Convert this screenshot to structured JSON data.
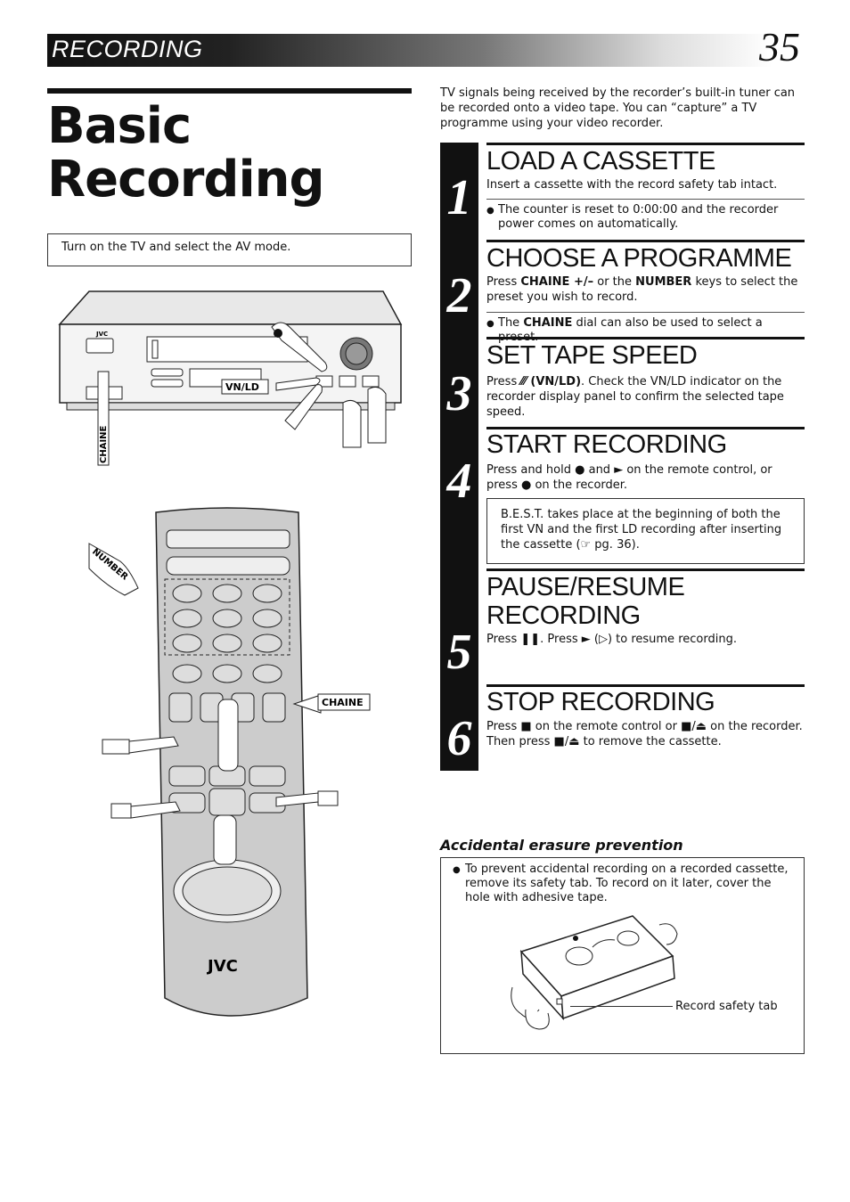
{
  "header": {
    "section": "RECORDING",
    "page_number": "35"
  },
  "title": {
    "line1": "Basic",
    "line2": "Recording"
  },
  "tv_note": "Turn on the TV and select the AV mode.",
  "illustration_labels": {
    "vnld": "VN/LD",
    "chaine_vertical": "CHAINE",
    "number": "NUMBER",
    "chaine": "CHAINE",
    "brand": "JVC"
  },
  "intro": "TV signals being received by the recorder’s built-in tuner can be recorded onto a video tape. You can “capture” a TV programme using your video recorder.",
  "steps": [
    {
      "num": "1",
      "title": "LOAD A CASSETTE",
      "text": "Insert a cassette with the record safety tab intact.",
      "bullet": "The counter is reset to 0:00:00 and the recorder power comes on automatically."
    },
    {
      "num": "2",
      "title": "CHOOSE A PROGRAMME",
      "text_a": "Press ",
      "bold_a": "CHAINE +/–",
      "text_b": " or the ",
      "bold_b": "NUMBER",
      "text_c": " keys to select the preset you wish to record.",
      "bullet_a": "The ",
      "bullet_bold": "CHAINE",
      "bullet_b": " dial can also be used to select a preset."
    },
    {
      "num": "3",
      "title": "SET TAPE SPEED",
      "text_a": "Press ",
      "bold_a": "⁄⁄⁄ (VN/LD)",
      "text_b": ". Check the VN/LD indicator on the recorder display panel to confirm the selected tape speed."
    },
    {
      "num": "4",
      "title": "START RECORDING",
      "text": "Press and hold ● and ► on the remote control, or press ● on the recorder.",
      "box": "B.E.S.T. takes place at the beginning of both the first VN and the first LD recording after inserting the cassette (☞ pg. 36)."
    },
    {
      "num": "5",
      "title_line1": "PAUSE/RESUME",
      "title_line2": "RECORDING",
      "text": "Press ❚❚. Press ► (▷) to resume recording."
    },
    {
      "num": "6",
      "title": "STOP RECORDING",
      "text": "Press ■ on the remote control or ■/⏏ on the recorder. Then press ■/⏏ to remove the cassette."
    }
  ],
  "accidental": {
    "title": "Accidental erasure prevention",
    "text": "To prevent accidental recording on a recorded cassette, remove its safety tab. To record on it later, cover the hole with adhesive tape.",
    "tab_label": "Record safety tab"
  }
}
